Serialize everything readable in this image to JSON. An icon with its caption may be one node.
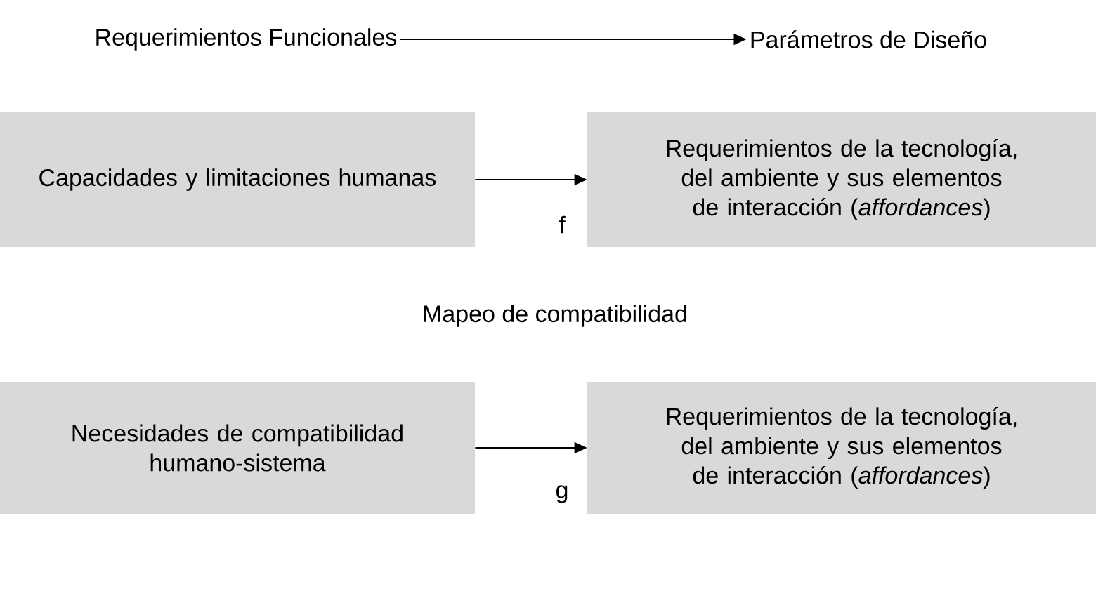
{
  "diagram": {
    "nodes": [
      {
        "text": [
          "Requerimientos Funcionales"
        ]
      },
      {
        "text": [
          "Parámetros de Diseño"
        ]
      },
      {
        "text": [
          "Capacidades y limitaciones humanas"
        ]
      },
      {
        "text": [
          "Requerimientos de la tecnología, del ambiente y sus elementos de interacción (*affordances*)"
        ]
      },
      {
        "text": [
          "Necesidades de compatibilidad humano-sistema"
        ]
      },
      {
        "text": [
          "Requerimientos de la tecnología, del ambiente y sus elementos de interacción (*affordances*)"
        ]
      }
    ],
    "edges": [
      {
        "from": 0,
        "to": 1,
        "arrow": "to"
      },
      {
        "from": 2,
        "to": 3,
        "arrow": "to",
        "label": "f"
      },
      {
        "from": 4,
        "to": 5,
        "arrow": "to",
        "label": "g"
      }
    ],
    "labels": [
      "Mapeo de compatibilidad"
    ]
  }
}
